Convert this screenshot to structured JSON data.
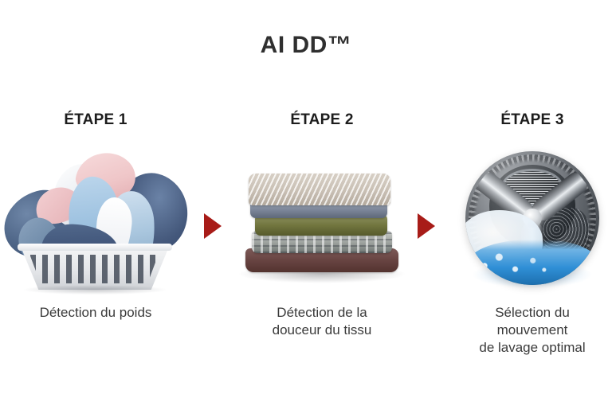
{
  "page": {
    "title": "AI DD™",
    "background_color": "#ffffff",
    "arrow_color": "#a81c18",
    "title_color": "#2f2f2f",
    "caption_color": "#3a3a3a"
  },
  "steps": [
    {
      "label": "ÉTAPE 1",
      "caption": "Détection du poids",
      "image_name": "laundry-basket-with-clothes"
    },
    {
      "label": "ÉTAPE 2",
      "caption": "Détection de la\ndouceur du tissu",
      "image_name": "stack-of-folded-laundry"
    },
    {
      "label": "ÉTAPE 3",
      "caption": "Sélection du\nmouvement\nde lavage optimal",
      "image_name": "washing-machine-drum-with-water"
    }
  ],
  "arrows": [
    {
      "name": "arrow-step1-to-step2"
    },
    {
      "name": "arrow-step2-to-step3"
    }
  ]
}
